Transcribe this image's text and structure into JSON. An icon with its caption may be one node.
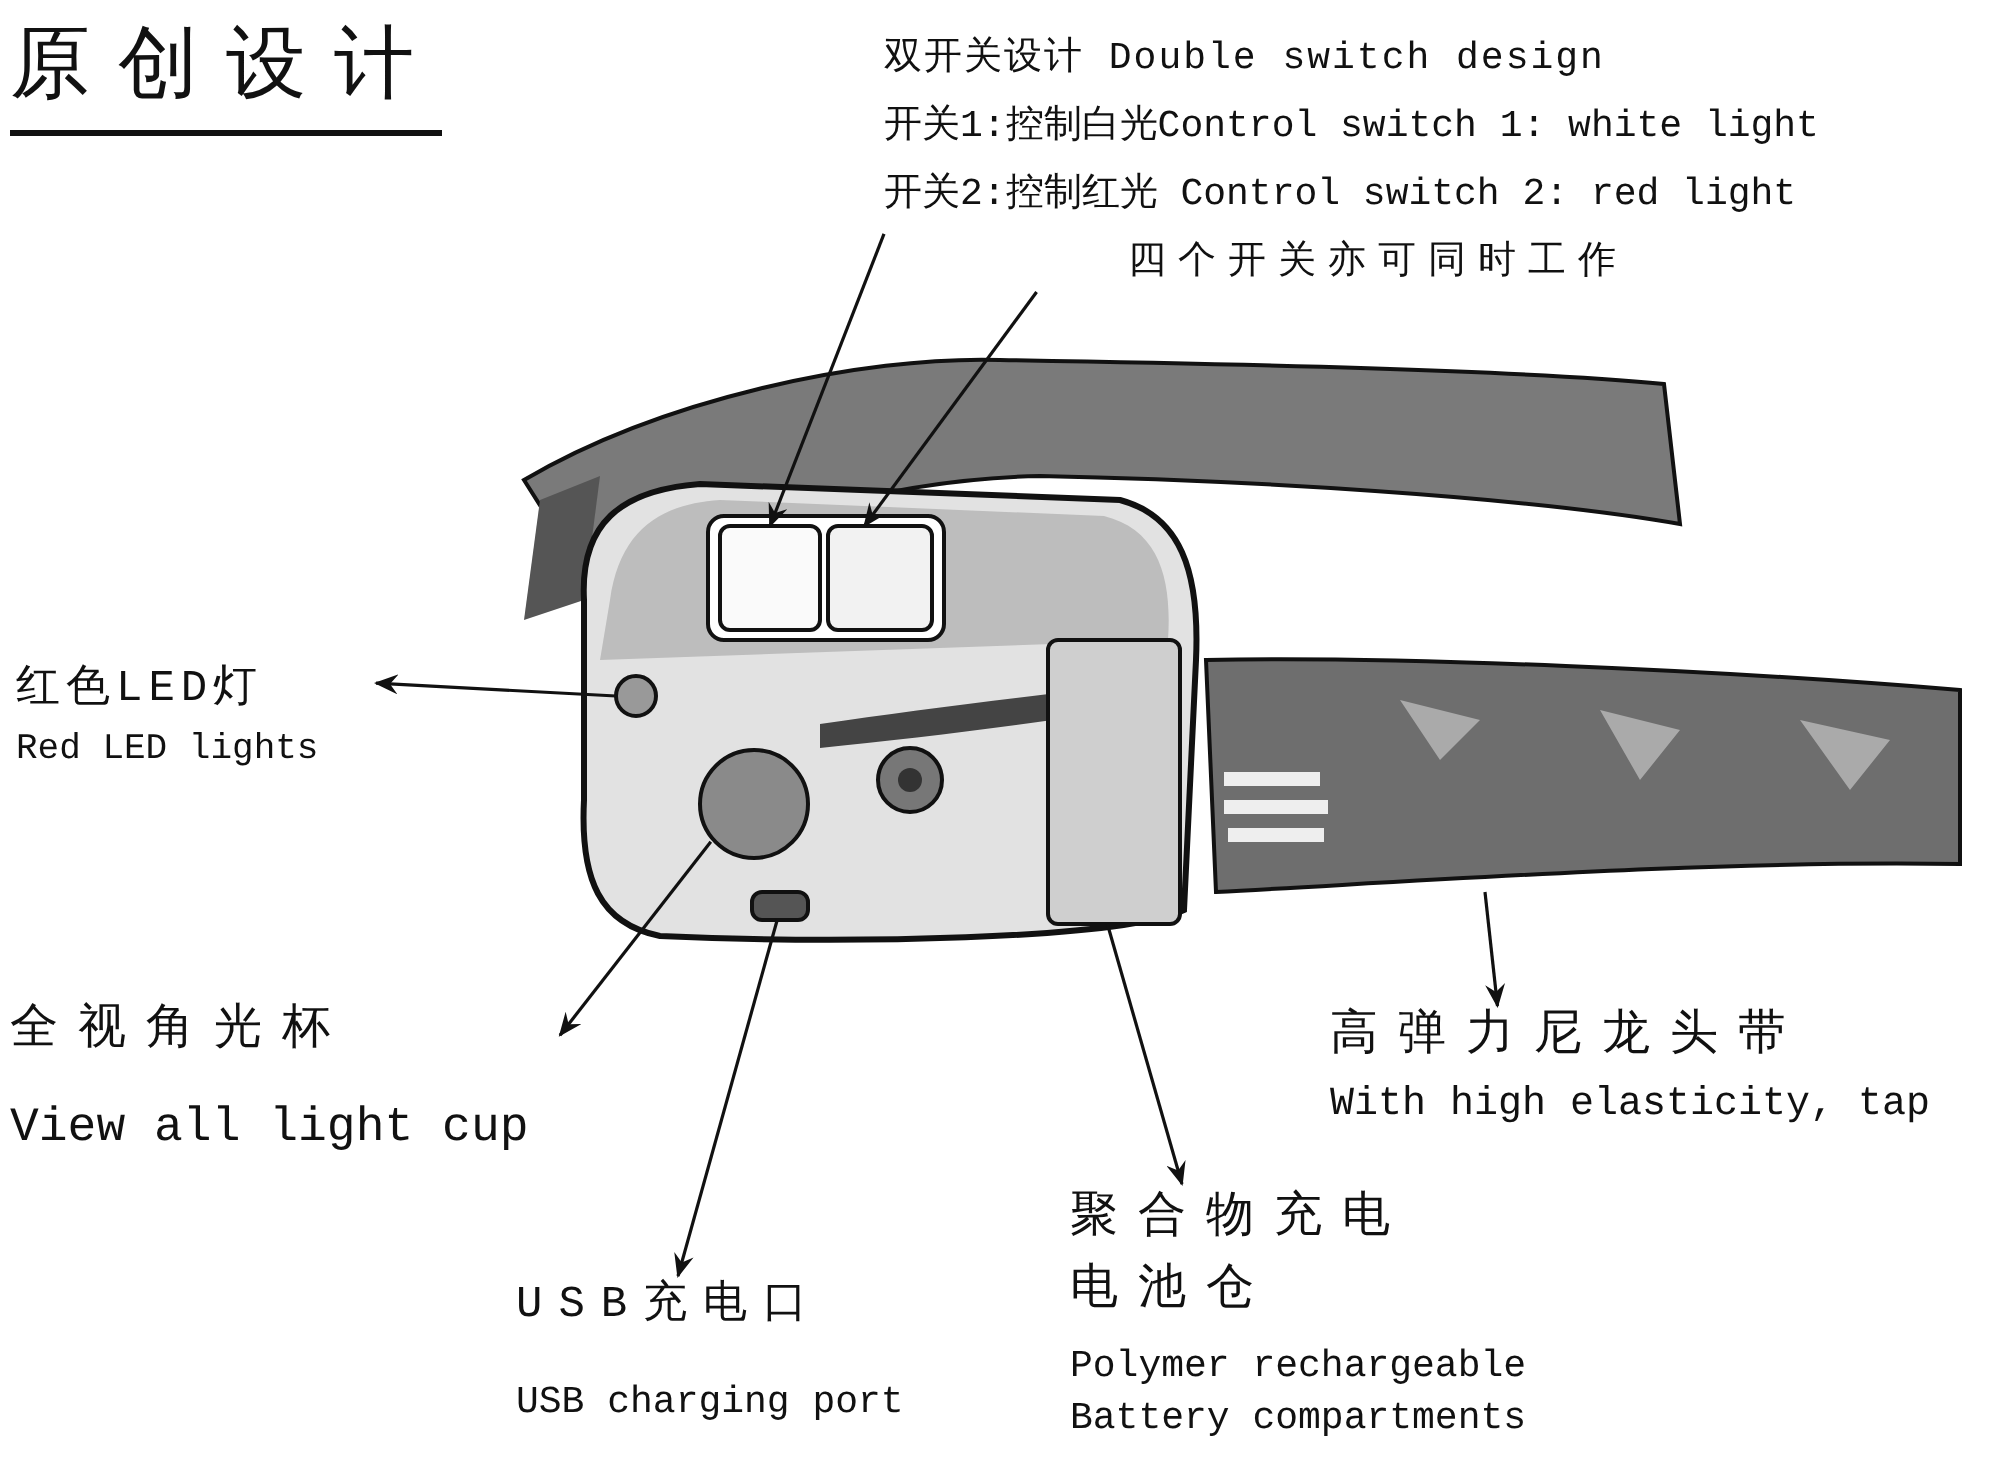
{
  "diagram": {
    "title": "原创设计",
    "nodes": [
      {
        "text": [
          "双开关设计 Double switch design",
          "开关1:控制白光Control switch 1: white light",
          "开关2:控制红光 Control switch 2: red light",
          "四个开关亦可同时工作"
        ]
      },
      {
        "text": [
          "红色LED灯",
          "Red LED lights"
        ]
      },
      {
        "text": [
          "全视角光杯",
          "View all light cup"
        ]
      },
      {
        "text": [
          "USB充电口",
          "USB charging port"
        ]
      },
      {
        "text": [
          "聚合物充电电池仓",
          "Polymer rechargeable Battery compartments"
        ]
      },
      {
        "text": [
          "高弹力尼龙头带",
          "With high elasticity, tap"
        ]
      },
      {
        "text": [],
        "shape": "box"
      },
      {
        "text": [],
        "shape": "box"
      },
      {
        "text": [],
        "shape": "circle"
      },
      {
        "text": [],
        "shape": "circle"
      },
      {
        "text": [],
        "shape": "box"
      },
      {
        "text": [],
        "shape": "box"
      },
      {
        "text": [],
        "shape": "bar"
      }
    ],
    "edges": [
      {
        "from": 0,
        "to": 6,
        "arrow": "to"
      },
      {
        "from": 0,
        "to": 7,
        "arrow": "to"
      },
      {
        "from": 8,
        "to": 1,
        "arrow": "to"
      },
      {
        "from": 9,
        "to": 2,
        "arrow": "to"
      },
      {
        "from": 10,
        "to": 3,
        "arrow": "to"
      },
      {
        "from": 11,
        "to": 4,
        "arrow": "to"
      },
      {
        "from": 12,
        "to": 5,
        "arrow": "to"
      }
    ]
  }
}
